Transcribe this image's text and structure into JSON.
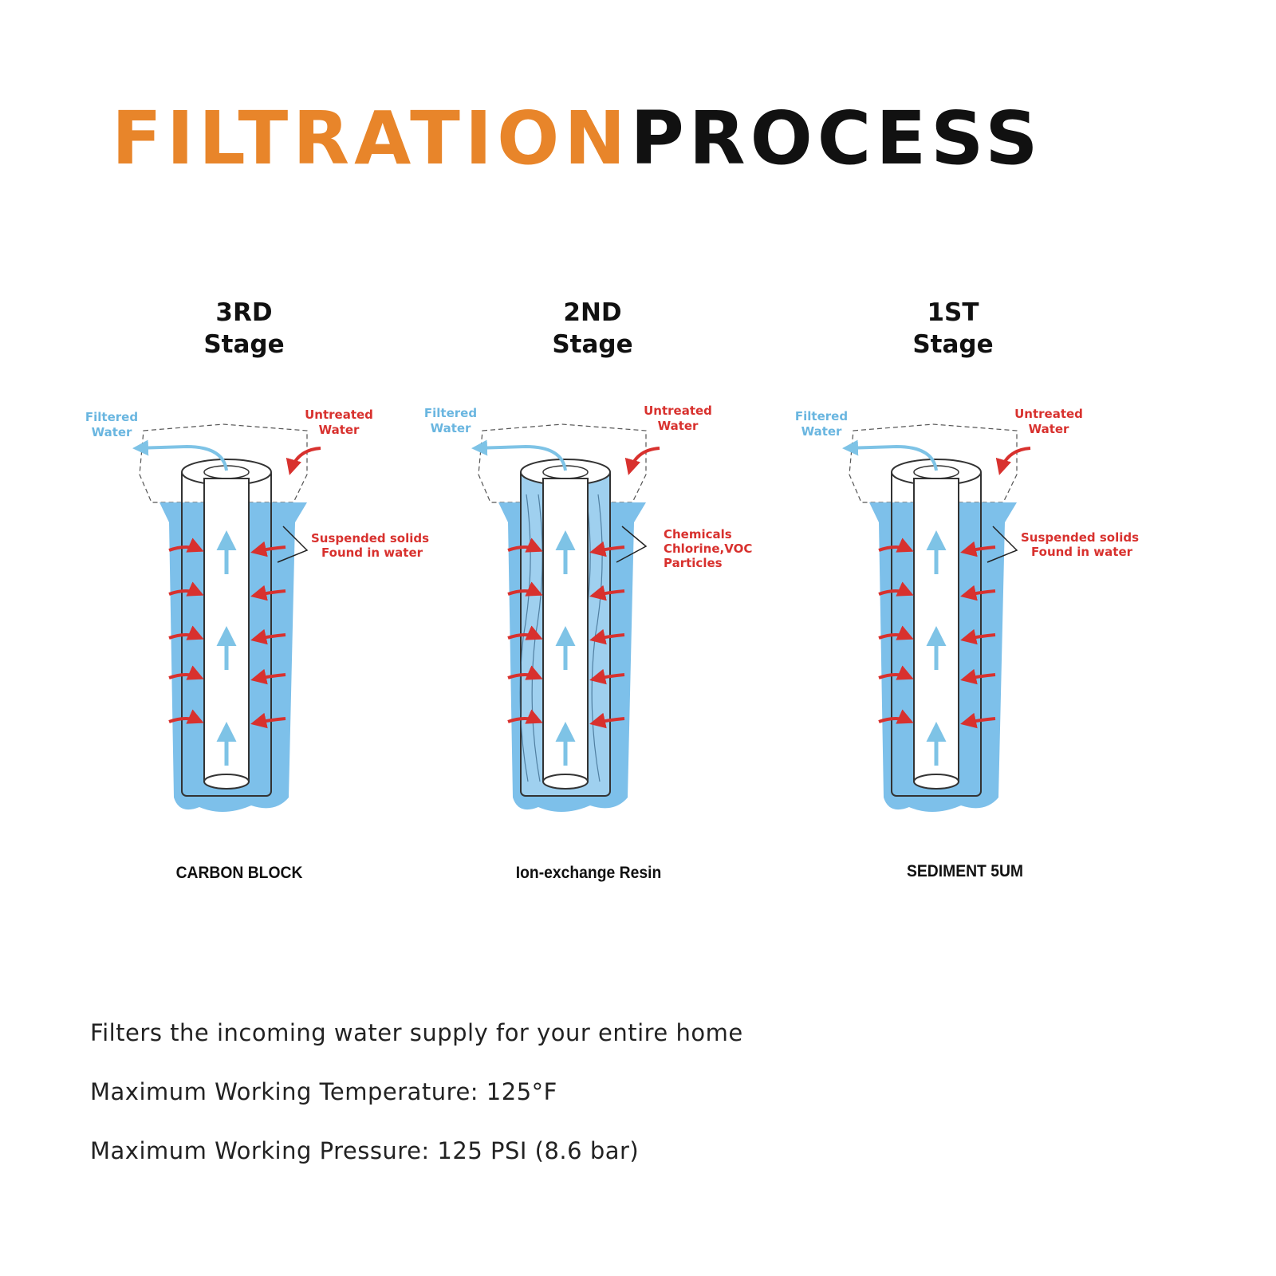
{
  "title": {
    "part1": "FILTRATION",
    "part2": "PROCESS"
  },
  "colors": {
    "accent": "#e8852a",
    "water": "#7dc0ea",
    "arrow_red": "#d8312e",
    "arrow_blue": "#7ec3e6"
  },
  "stages": [
    {
      "line1": "3RD",
      "line2": "Stage",
      "filtered": [
        "Filtered",
        "Water"
      ],
      "untreated": [
        "Untreated",
        "Water"
      ],
      "note": [
        "Suspended solids",
        "Found in water"
      ],
      "caption": "CARBON BLOCK"
    },
    {
      "line1": "2ND",
      "line2": "Stage",
      "filtered": [
        "Filtered",
        "Water"
      ],
      "untreated": [
        "Untreated",
        "Water"
      ],
      "note": [
        "Chemicals",
        "Chlorine,VOC",
        "Particles"
      ],
      "caption": "Ion-exchange Resin"
    },
    {
      "line1": "1ST",
      "line2": "Stage",
      "filtered": [
        "Filtered",
        "Water"
      ],
      "untreated": [
        "Untreated",
        "Water"
      ],
      "note": [
        "Suspended solids",
        "Found in water"
      ],
      "caption": "SEDIMENT 5UM"
    }
  ],
  "specs": [
    "Filters the incoming water supply for your entire home",
    "Maximum Working Temperature: 125°F",
    "Maximum Working Pressure: 125 PSI (8.6 bar)"
  ]
}
